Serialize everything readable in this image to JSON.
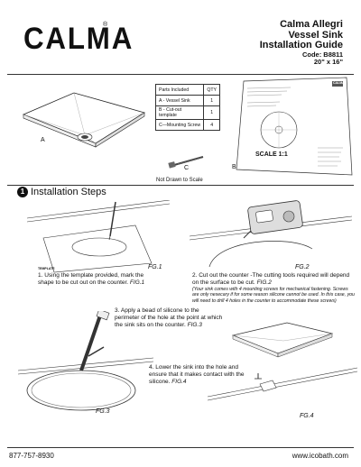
{
  "brand": {
    "logo": "CALMA",
    "reg": "®"
  },
  "header": {
    "line1": "Calma Allegri",
    "line2": "Vessel Sink",
    "line3": "Installation Guide",
    "code": "Code: B8811",
    "size": "20\" x 16\""
  },
  "parts_table": {
    "headers": [
      "Parts Included",
      "QTY"
    ],
    "rows": [
      {
        "name": "A - Vessel Sink",
        "qty": "1"
      },
      {
        "name": "B - Cut-out template",
        "qty": "1"
      },
      {
        "name": "C—Mounting Screw",
        "qty": "4"
      }
    ]
  },
  "labels": {
    "a": "A",
    "b": "B",
    "c": "C",
    "not_to_scale": "Not Drawn to Scale"
  },
  "template_sheet": {
    "logo": "CALMA",
    "scale": "SCALE 1:1",
    "lines": [
      "Place the cut-out template",
      "on the counter and trace",
      "the outline.",
      "Cut along the line",
      "Mounting screw"
    ]
  },
  "steps_heading": {
    "number": "1",
    "title": "Installation Steps"
  },
  "figures": {
    "fg1": "FG.1",
    "fg2": "FG.2",
    "fg3": "FG.3",
    "fg4": "FG.4",
    "template_label": "TEMPLATE"
  },
  "step1": {
    "text": "1. Using the template provided, mark the shape to be cut out on the counter.",
    "ref": "FIG.1"
  },
  "step2": {
    "text": "2. Cut out the counter -The cutting tools required will depend on the surface to be cut.",
    "ref": "FIG.2",
    "note": "(Your sink comes with 4 mounting screws for mechanical fastening. Screws are only nesecary if for some reason silicone cannot be used. In this case, you will need to drill 4 holes in the counter to accommodate these screws)"
  },
  "step3": {
    "text": "3. Apply a bead of silicone to the perimeter of the hole at the point at which the sink sits on the counter.",
    "ref": "FIG.3"
  },
  "step4": {
    "text": "4. Lower the sink into the hole and ensure that it makes contact with the silicone.",
    "ref": "FIG.4"
  },
  "footer": {
    "phone": "877-757-8930",
    "url": "www.icobath.com"
  }
}
